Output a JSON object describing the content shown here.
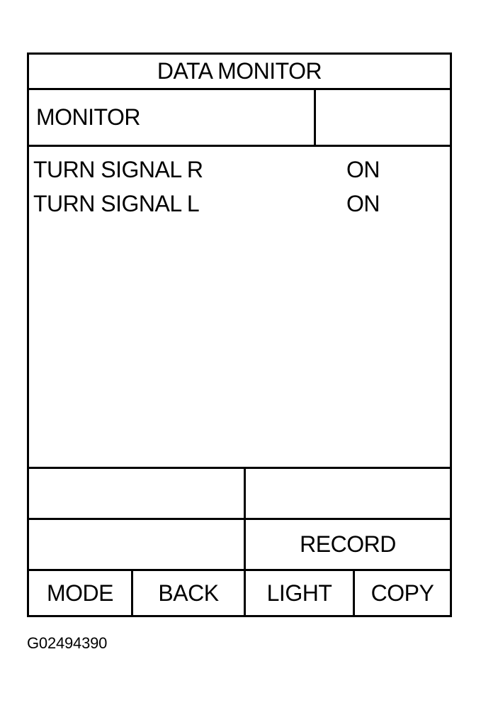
{
  "screen": {
    "title": "DATA MONITOR",
    "header_label": "MONITOR",
    "header_extra": ""
  },
  "monitor_items": [
    {
      "name": "TURN SIGNAL R",
      "value": "ON"
    },
    {
      "name": "TURN SIGNAL L",
      "value": "ON"
    }
  ],
  "status_rows": {
    "row1_left": "",
    "row1_right": "",
    "row2_left": "",
    "row2_right": "RECORD"
  },
  "buttons": {
    "mode": "MODE",
    "back": "BACK",
    "light": "LIGHT",
    "copy": "COPY"
  },
  "figure_id": "G02494390"
}
